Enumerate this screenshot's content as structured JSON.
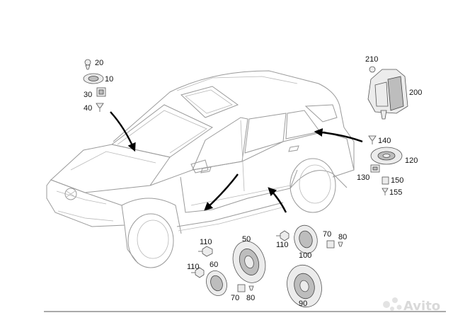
{
  "callouts": {
    "c20": "20",
    "c10": "10",
    "c30": "30",
    "c40": "40",
    "c210": "210",
    "c200": "200",
    "c140": "140",
    "c120": "120",
    "c130": "130",
    "c150": "150",
    "c155": "155",
    "c110a": "110",
    "c50": "50",
    "c110b": "110",
    "c70a": "70",
    "c80a": "80",
    "c100": "100",
    "c110c": "110",
    "c60": "60",
    "c70b": "70",
    "c80b": "80",
    "c90": "90"
  },
  "watermark": {
    "text": "Avito"
  },
  "icons": {
    "speaker": "speaker-icon",
    "screw": "screw-icon",
    "amplifier": "amplifier-icon",
    "arrow": "arrow-icon",
    "watermark": "avito-logo-icon"
  }
}
